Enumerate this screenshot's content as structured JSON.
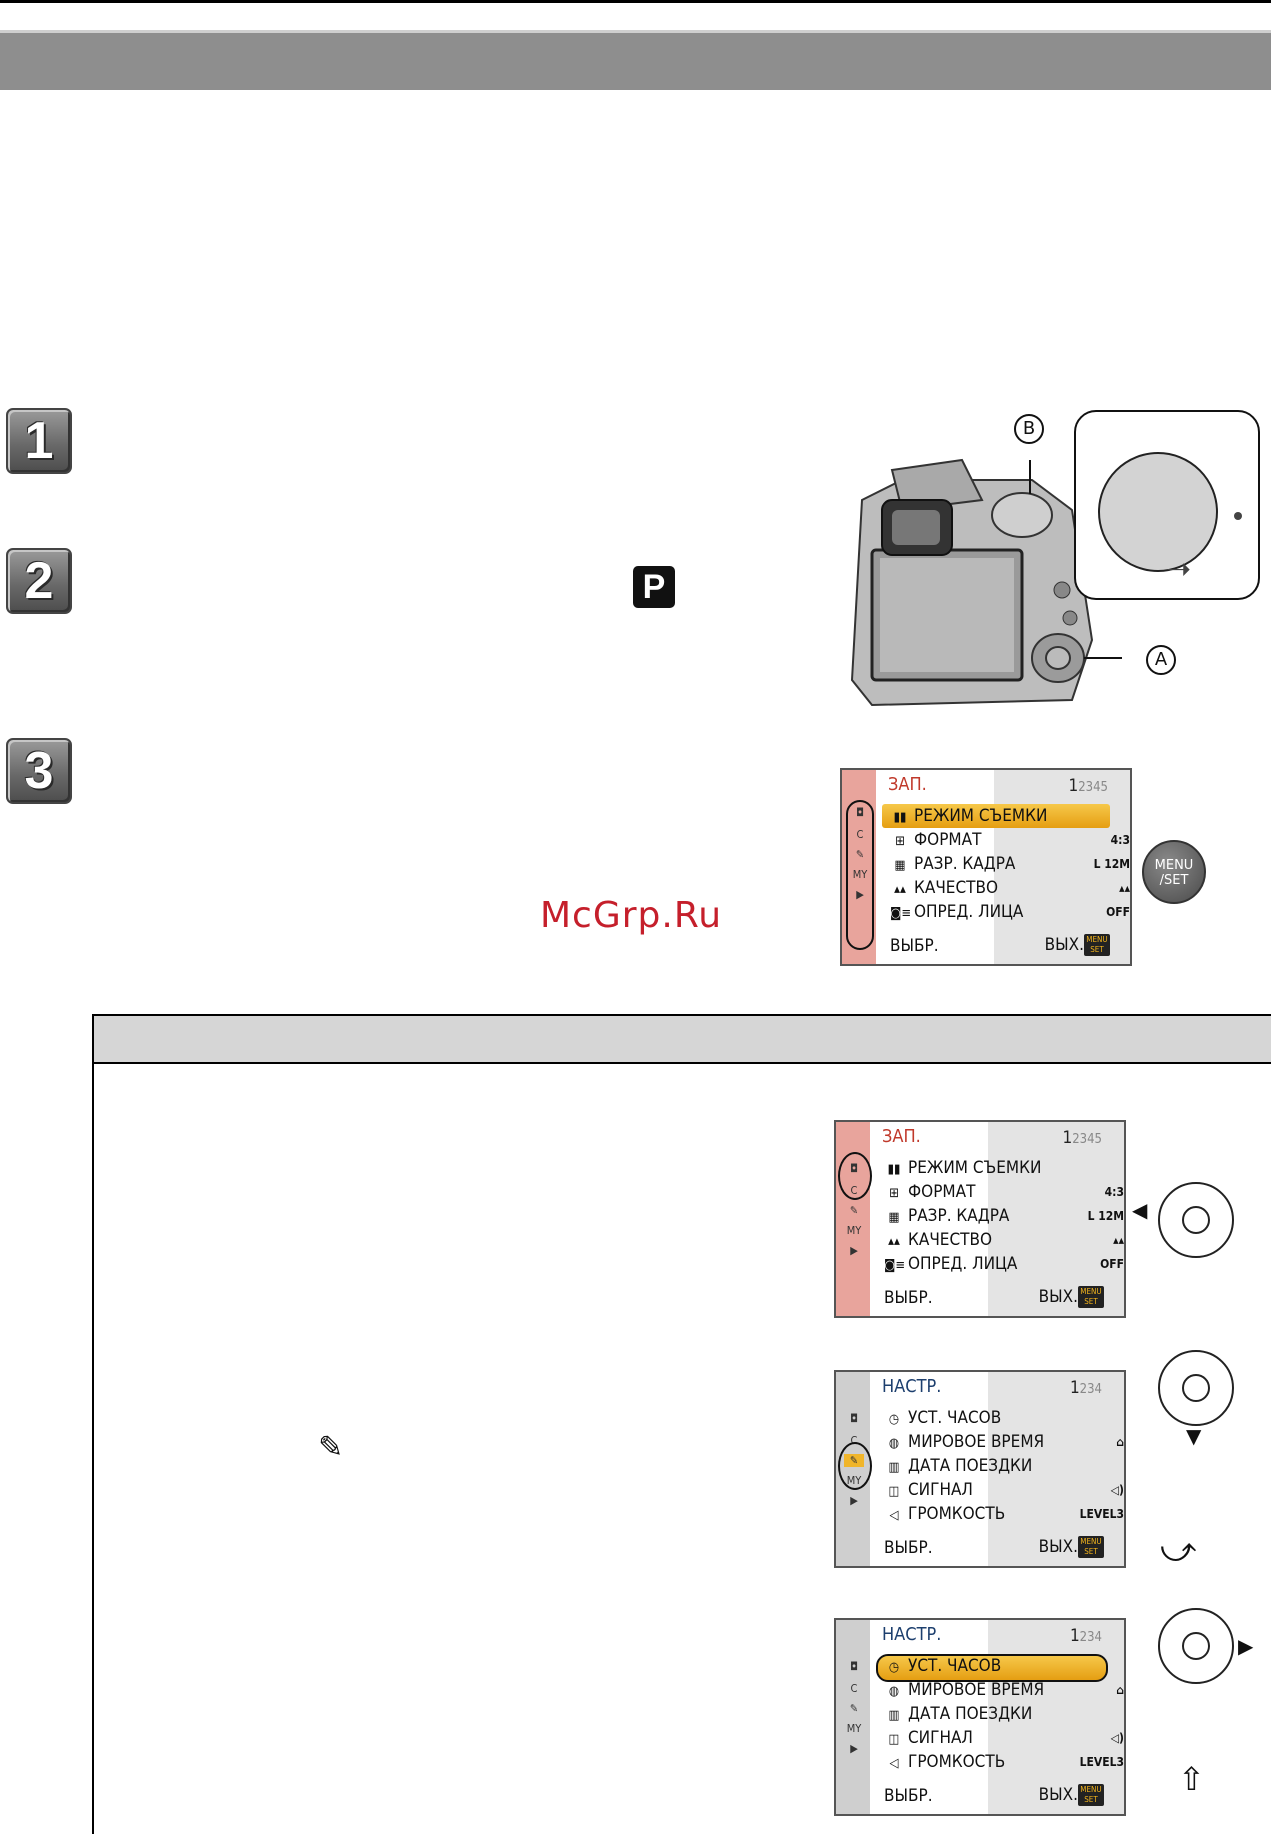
{
  "steps": [
    {
      "number": "1"
    },
    {
      "number": "2",
      "mode_badge": "P"
    },
    {
      "number": "3"
    }
  ],
  "watermark": "McGrp.Ru",
  "callouts": {
    "a": "A",
    "b": "B"
  },
  "menu_button": {
    "line1": "MENU",
    "line2": "/SET"
  },
  "screen_main": {
    "title": "ЗАП.",
    "pages_current": "1",
    "pages_rest": "2345",
    "items": [
      {
        "icon": "▮▮",
        "label": "РЕЖИМ СЪЕМКИ",
        "value": ""
      },
      {
        "icon": "⊞",
        "label": "ФОРМАТ",
        "value": "4:3"
      },
      {
        "icon": "▦",
        "label": "РАЗР. КАДРА",
        "value": "L 12M"
      },
      {
        "icon": "▴▴",
        "label": "КАЧЕСТВО",
        "value": "▴▴"
      },
      {
        "icon": "◙≡",
        "label": "ОПРЕД. ЛИЦА",
        "value": "OFF"
      }
    ],
    "footer_left": "ВЫБР.",
    "footer_right": "ВЫХ.",
    "menuset_top": "MENU",
    "menuset_bottom": "SET"
  },
  "screen_setup": {
    "title": "НАСТР.",
    "pages_current": "1",
    "pages_rest": "234",
    "items": [
      {
        "icon": "◷",
        "label": "УСТ. ЧАСОВ",
        "value": ""
      },
      {
        "icon": "◍",
        "label": "МИРОВОЕ ВРЕМЯ",
        "value": "⌂"
      },
      {
        "icon": "▥",
        "label": "ДАТА ПОЕЗДКИ",
        "value": ""
      },
      {
        "icon": "◫",
        "label": "СИГНАЛ",
        "value": "◁)"
      },
      {
        "icon": "◁",
        "label": "ГРОМКОСТЬ",
        "value": "LEVEL3"
      }
    ],
    "footer_left": "ВЫБР.",
    "footer_right": "ВЫХ.",
    "menuset_top": "MENU",
    "menuset_bottom": "SET"
  },
  "tabs": [
    "◘",
    "C",
    "✎",
    "MY",
    "▶"
  ],
  "wrench_glyph": "✎",
  "colors": {
    "header": "#8e8e8e",
    "highlight": "#f0b52a",
    "watermark": "#c51f2b"
  }
}
